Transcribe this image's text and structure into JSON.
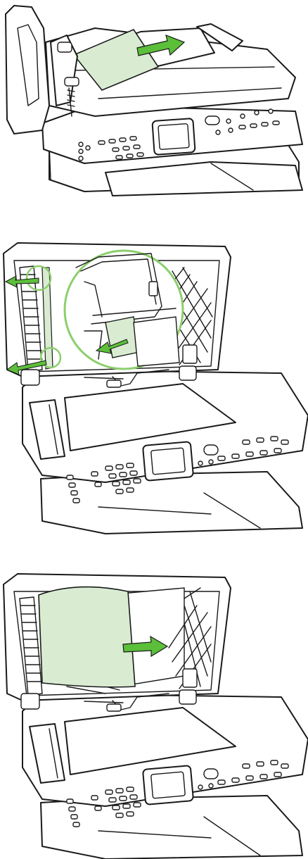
{
  "colors": {
    "outline": "#1a1a1a",
    "paper_fill": "#d9ecd2",
    "arrow_green": "#5cbf3a",
    "zoom_ring": "#8ccf6c",
    "background": "#ffffff"
  },
  "steps": [
    {
      "id": "step-1",
      "scene": "adf-cover-open-remove-sheet",
      "arrow_direction": "right"
    },
    {
      "id": "step-2",
      "scene": "scanner-lid-open-jam-locations-zoom",
      "arrow_direction": "down-left"
    },
    {
      "id": "step-3",
      "scene": "scanner-lid-open-pull-sheet",
      "arrow_direction": "right"
    }
  ],
  "icons": [
    "printer-illustration",
    "paper-sheet",
    "arrow-icon",
    "zoom-circle"
  ]
}
